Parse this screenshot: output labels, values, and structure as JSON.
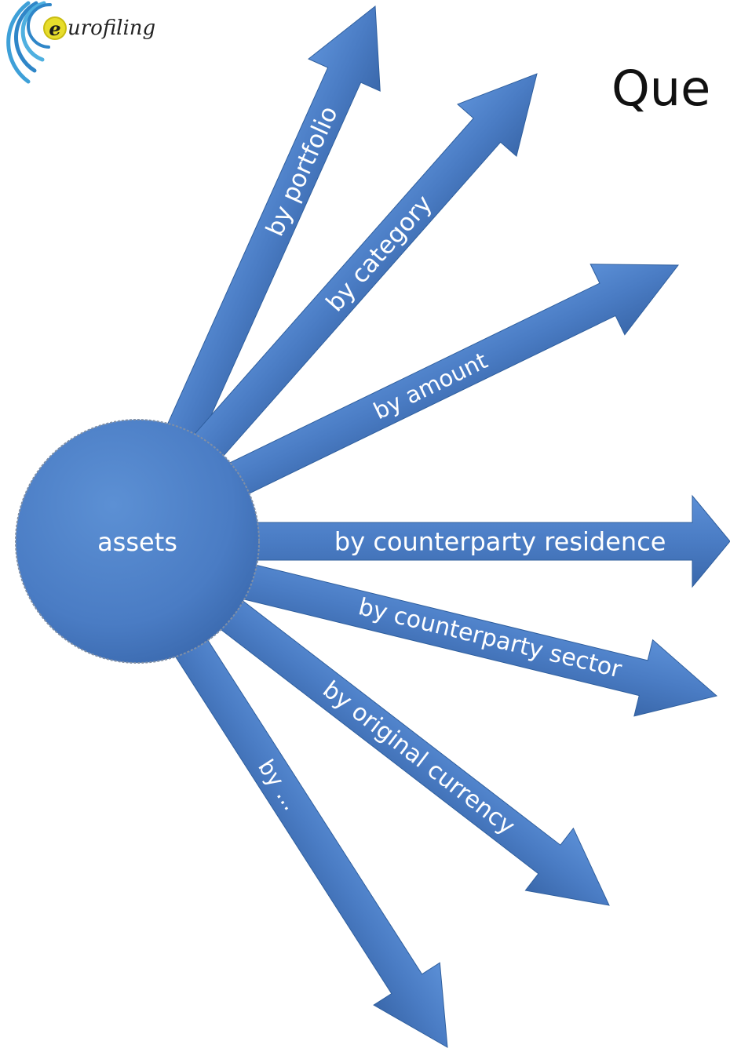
{
  "logo": {
    "text": "urofiling",
    "initial": "e"
  },
  "title": "Que",
  "hub": {
    "label": "assets"
  },
  "branches": [
    {
      "id": "portfolio",
      "label": "by portfolio"
    },
    {
      "id": "category",
      "label": "by category"
    },
    {
      "id": "amount",
      "label": "by amount"
    },
    {
      "id": "counterparty-residence",
      "label": "by counterparty residence"
    },
    {
      "id": "counterparty-sector",
      "label": "by counterparty sector"
    },
    {
      "id": "original-currency",
      "label": "by original currency"
    },
    {
      "id": "more",
      "label": "by ..."
    }
  ],
  "colors": {
    "arrow": "#4a7cc4",
    "arrow_edge": "#2f5f9e",
    "hub": "#4a7cc4",
    "label": "#ffffff",
    "logo_ring_outer": "#3ea0d8",
    "logo_ring_inner": "#e7dd2c"
  }
}
